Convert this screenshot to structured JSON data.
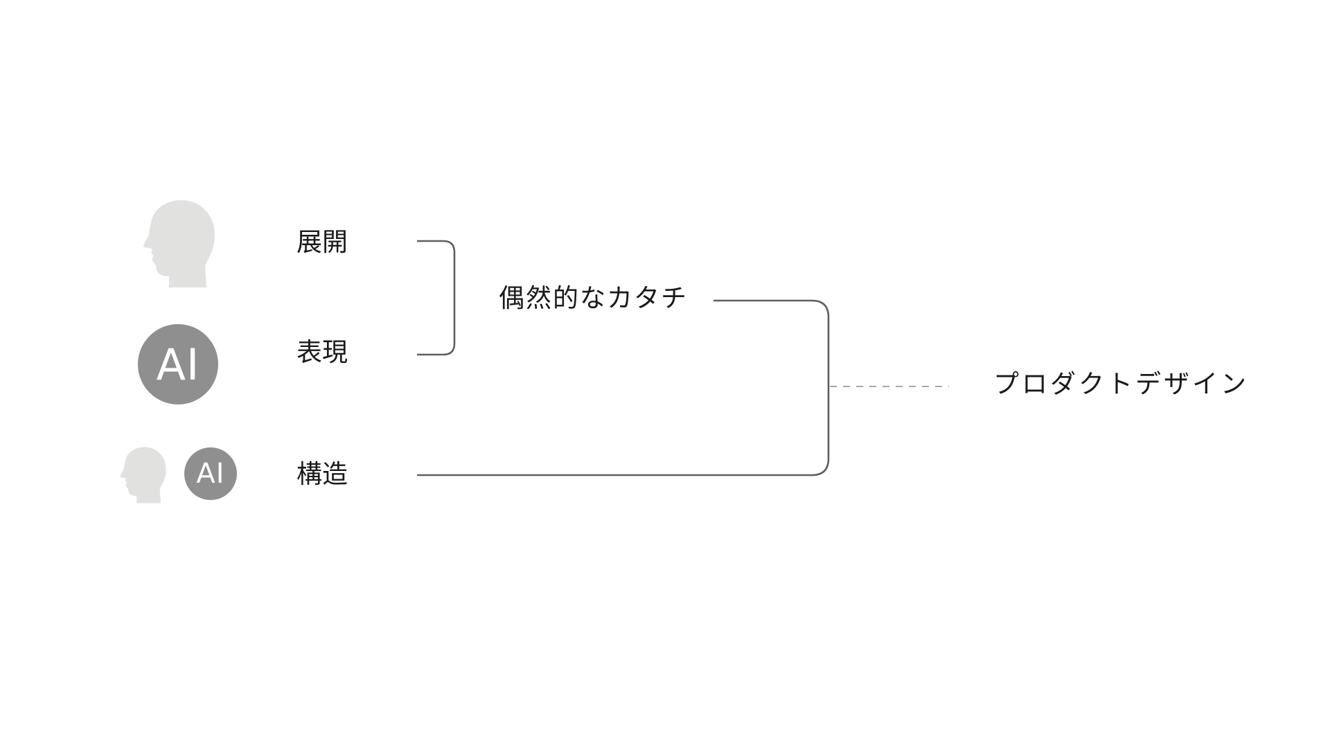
{
  "colors": {
    "head": "#e1e1df",
    "ai_badge": "#8f8f8f",
    "ai_text": "#ffffff",
    "line": "#5e5e5e",
    "dashed": "#8a8a8a",
    "text": "#1a1a1a"
  },
  "rows": [
    {
      "icon": "human-head-icon",
      "label": "展開"
    },
    {
      "icon": "ai-badge-icon",
      "badge_text": "AI",
      "label": "表現"
    },
    {
      "icon": "human-and-ai-icons",
      "badge_text": "AI",
      "label": "構造"
    }
  ],
  "middle_label": "偶然的なカタチ",
  "result_label": "プロダクトデザイン"
}
